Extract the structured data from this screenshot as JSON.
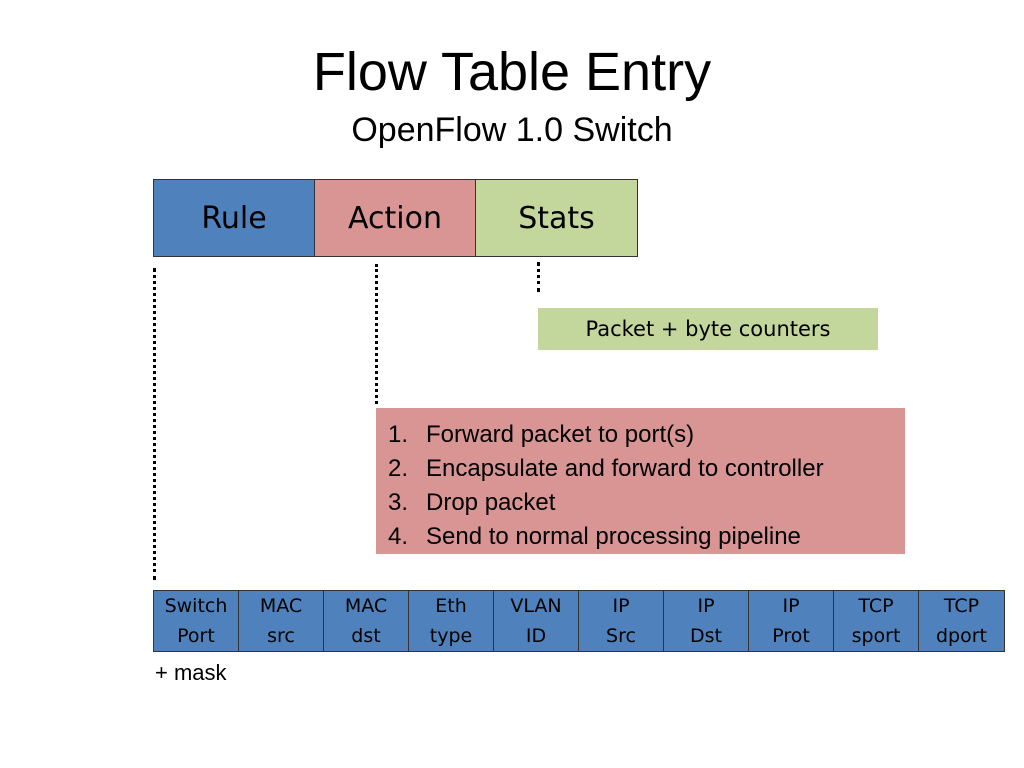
{
  "title": "Flow Table Entry",
  "subtitle": "OpenFlow 1.0 Switch",
  "entry": {
    "rule": "Rule",
    "action": "Action",
    "stats": "Stats"
  },
  "stats_description": "Packet + byte counters",
  "actions": [
    {
      "num": "1.",
      "text": "Forward packet to port(s)"
    },
    {
      "num": "2.",
      "text": "Encapsulate and forward to controller"
    },
    {
      "num": "3.",
      "text": "Drop packet"
    },
    {
      "num": "4.",
      "text": "Send to normal processing pipeline"
    }
  ],
  "fields": [
    {
      "line1": "Switch",
      "line2": "Port"
    },
    {
      "line1": "MAC",
      "line2": "src"
    },
    {
      "line1": "MAC",
      "line2": "dst"
    },
    {
      "line1": "Eth",
      "line2": "type"
    },
    {
      "line1": "VLAN",
      "line2": "ID"
    },
    {
      "line1": "IP",
      "line2": "Src"
    },
    {
      "line1": "IP",
      "line2": "Dst"
    },
    {
      "line1": "IP",
      "line2": "Prot"
    },
    {
      "line1": "TCP",
      "line2": "sport"
    },
    {
      "line1": "TCP",
      "line2": "dport"
    }
  ],
  "mask_note": "+ mask",
  "colors": {
    "rule": "#4f81bd",
    "action": "#d99594",
    "stats": "#c3d69b"
  }
}
